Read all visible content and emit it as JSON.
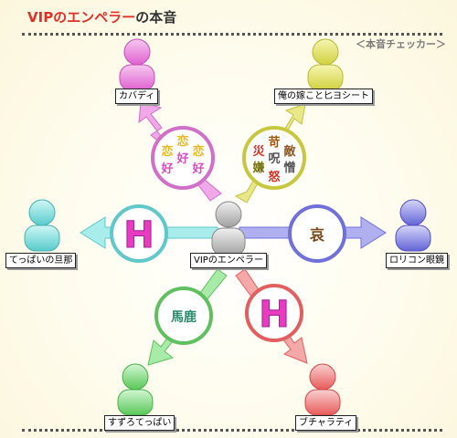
{
  "header": {
    "title_colored": "VIPのエンペラー",
    "title_rest": "の本音",
    "subtitle": "＜本音チェッカー＞"
  },
  "people": {
    "center": "VIPのエンペラー",
    "top_left": "カバディ",
    "top_right": "俺の嫁こと匕ヨシート",
    "left": "てっぱいの旦那",
    "right": "ロリコン眼鏡",
    "bottom_left": "すずろてっぱい",
    "bottom_right": "ブチャラティ"
  },
  "bubbles": {
    "top_left_chars": [
      "恋",
      "恋",
      "恋",
      "好",
      "好",
      "好"
    ],
    "top_right_chars": [
      "苛",
      "災",
      "敵",
      "呪",
      "嫌",
      "憎",
      "怒"
    ],
    "left_char": "H",
    "right_char": "哀",
    "bottom_left_char": "馬鹿",
    "bottom_right_char": "H"
  },
  "colors": {
    "pink": "#e060d0",
    "yellow": "#d8d84a",
    "cyan": "#60d8d8",
    "blue": "#6a6ae0",
    "green": "#5ed060",
    "red": "#f06868",
    "gray": "#a8a8a8"
  }
}
